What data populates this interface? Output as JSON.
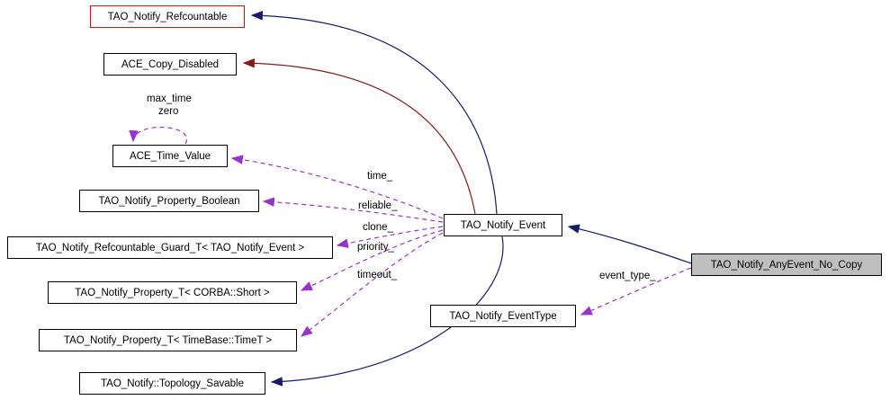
{
  "diagram": {
    "kind": "doxygen-collaboration-diagram",
    "colors": {
      "inheritance_edge": "#191970",
      "private_inheritance_edge": "#8b1a1a",
      "usage_edge": "#9a32cd",
      "highlight_border": "#ff0000",
      "subject_node_fill": "#bfbfbf",
      "node_border": "#000000",
      "background": "#ffffff"
    },
    "nodes": [
      {
        "id": "tao-notify-refcountable",
        "label": "TAO_Notify_Refcountable"
      },
      {
        "id": "ace-copy-disabled",
        "label": "ACE_Copy_Disabled"
      },
      {
        "id": "ace-time-value",
        "label": "ACE_Time_Value"
      },
      {
        "id": "tao-notify-property-boolean",
        "label": "TAO_Notify_Property_Boolean"
      },
      {
        "id": "tao-notify-refcountable-guard-t",
        "label": "TAO_Notify_Refcountable_Guard_T< TAO_Notify_Event >"
      },
      {
        "id": "tao-notify-property-t-corba-short",
        "label": "TAO_Notify_Property_T< CORBA::Short >"
      },
      {
        "id": "tao-notify-property-t-timebase-timet",
        "label": "TAO_Notify_Property_T< TimeBase::TimeT >"
      },
      {
        "id": "tao-notify-topology-savable",
        "label": "TAO_Notify::Topology_Savable"
      },
      {
        "id": "tao-notify-event",
        "label": "TAO_Notify_Event"
      },
      {
        "id": "tao-notify-eventtype",
        "label": "TAO_Notify_EventType"
      },
      {
        "id": "tao-notify-anyevent-no-copy",
        "label": "TAO_Notify_AnyEvent_No_Copy"
      }
    ],
    "edge_labels": {
      "time": "time_",
      "reliable": "reliable_",
      "clone": "clone_",
      "priority": "priority_",
      "timeout": "timeout_",
      "event_type": "event_type_",
      "max_time": "max_time",
      "zero": "zero"
    }
  }
}
